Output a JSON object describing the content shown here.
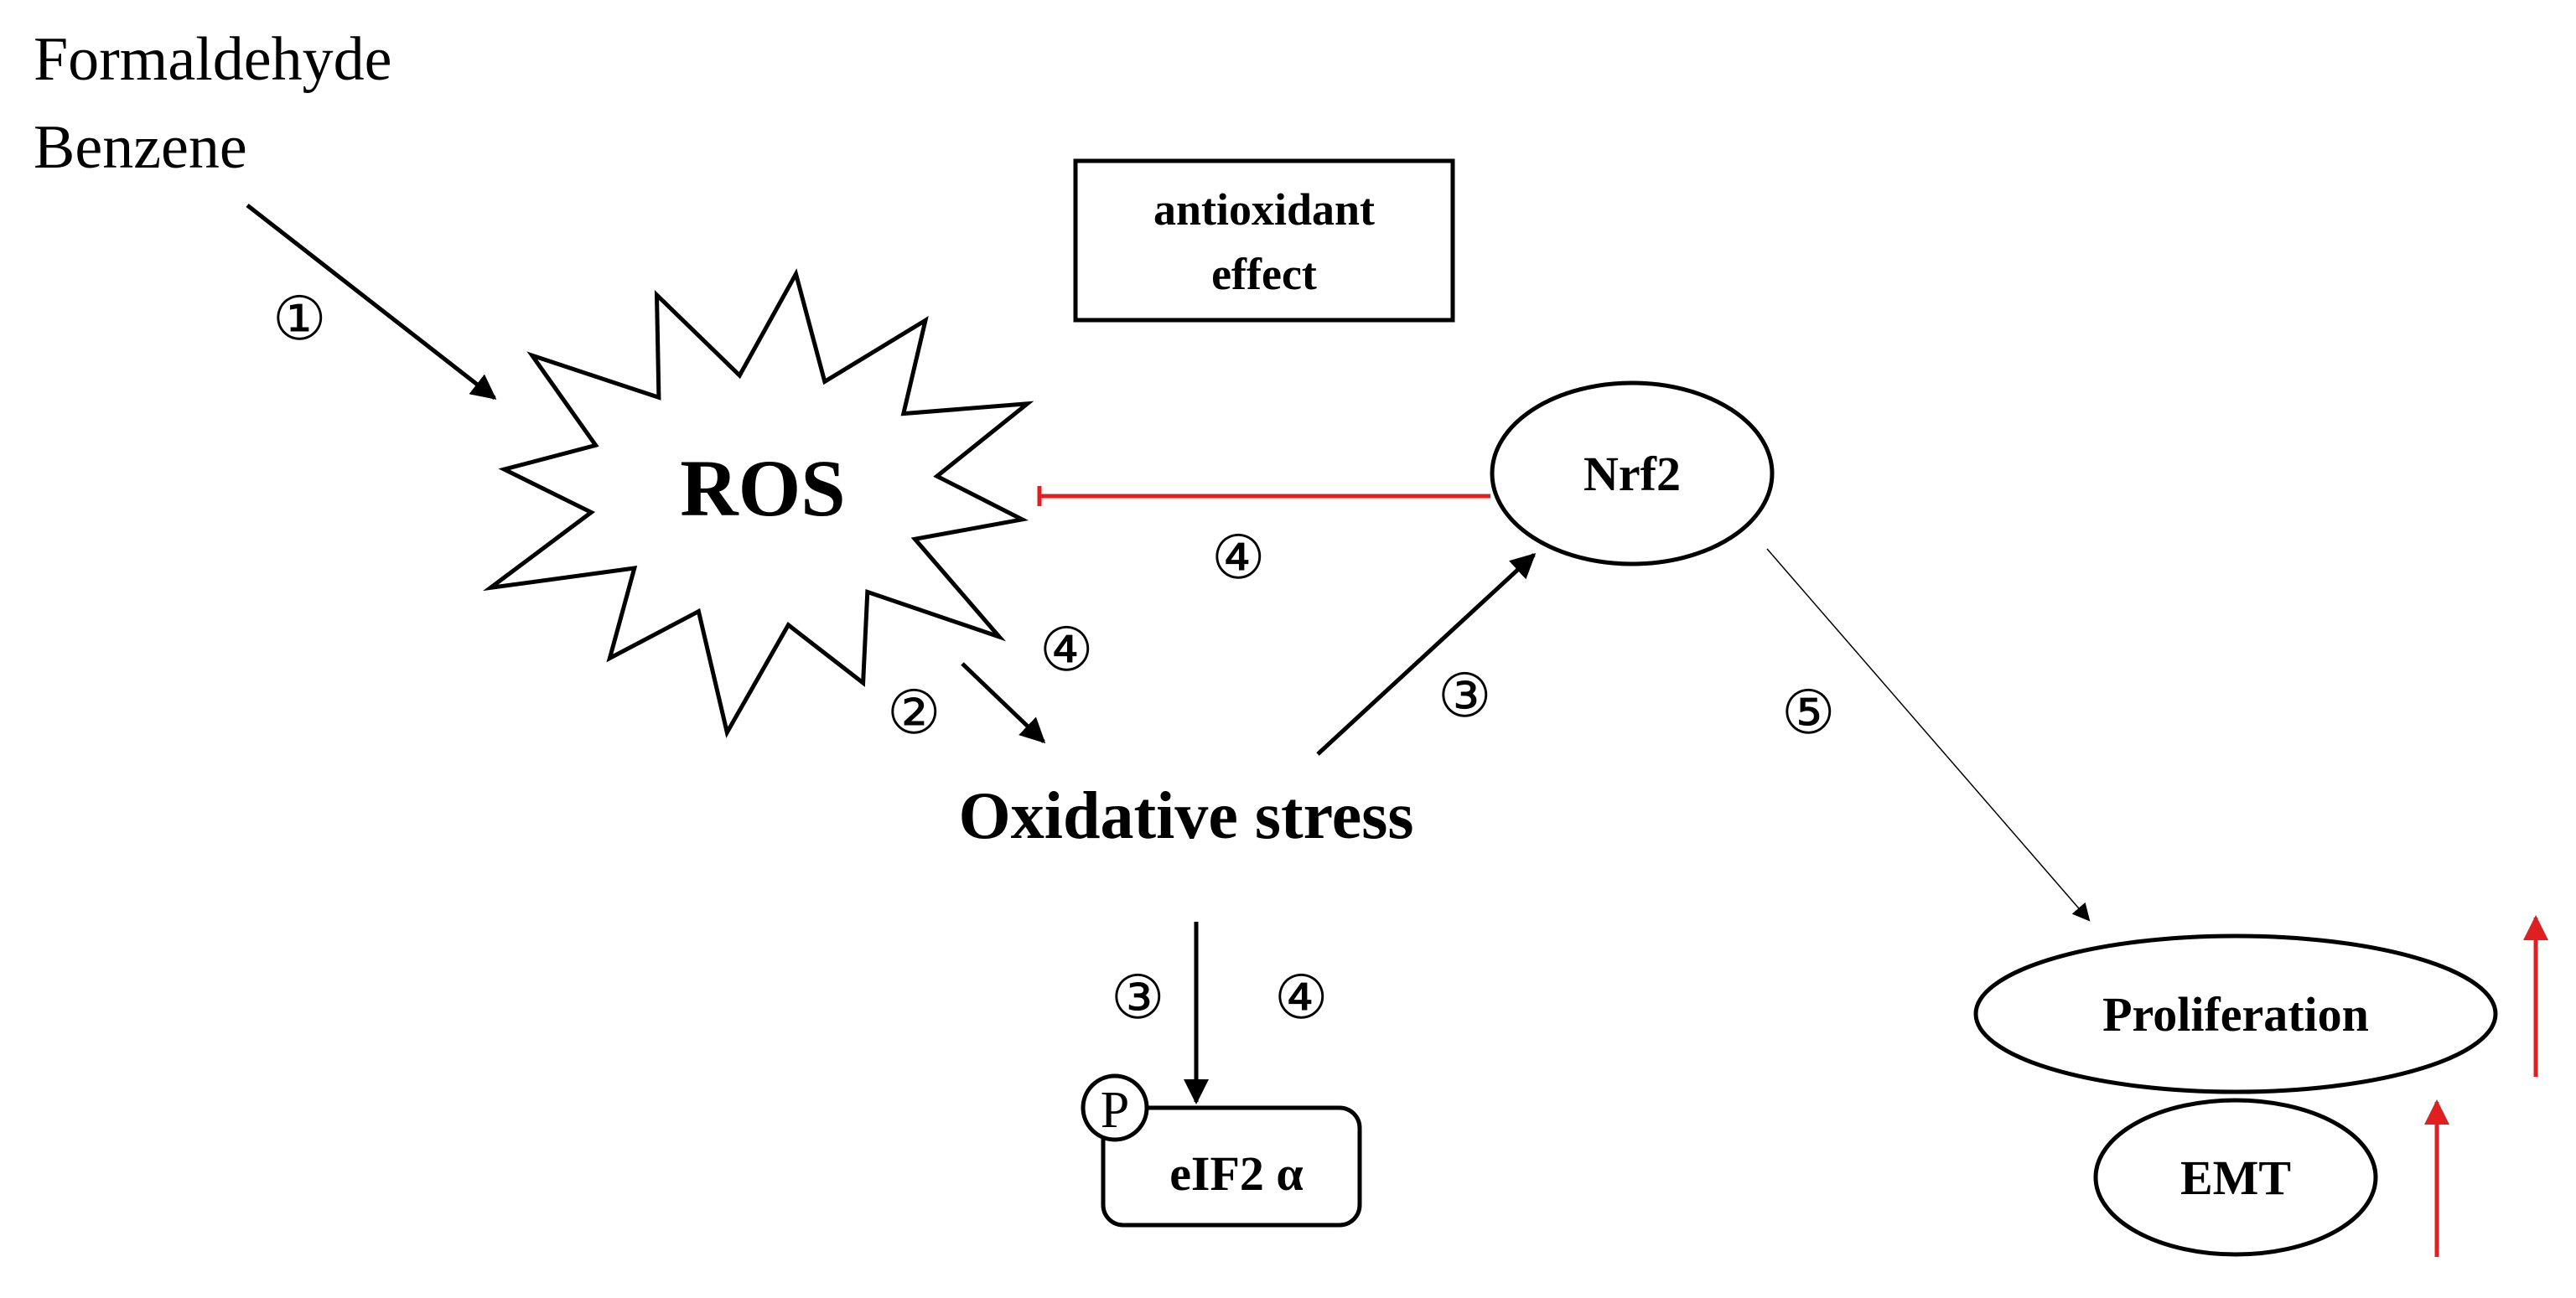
{
  "inputs": {
    "line1": "Formaldehyde",
    "line2": "Benzene"
  },
  "nodes": {
    "ros": "ROS",
    "antioxidant_line1": "antioxidant",
    "antioxidant_line2": "effect",
    "nrf2": "Nrf2",
    "oxidative_stress": "Oxidative stress",
    "eif2a": "eIF2 α",
    "phospho": "P",
    "proliferation": "Proliferation",
    "emt": "EMT"
  },
  "step_markers": {
    "step1": "①",
    "step2": "②",
    "step3_nrf2": "③",
    "step3_eif2": "③",
    "step4_ros": "④",
    "step4_inhibit": "④",
    "step4_eif2": "④",
    "step5": "⑤"
  },
  "colors": {
    "line": "#000000",
    "inhibit": "#e02020",
    "upregulation": "#e02020",
    "thin_arrow": "#888888"
  }
}
